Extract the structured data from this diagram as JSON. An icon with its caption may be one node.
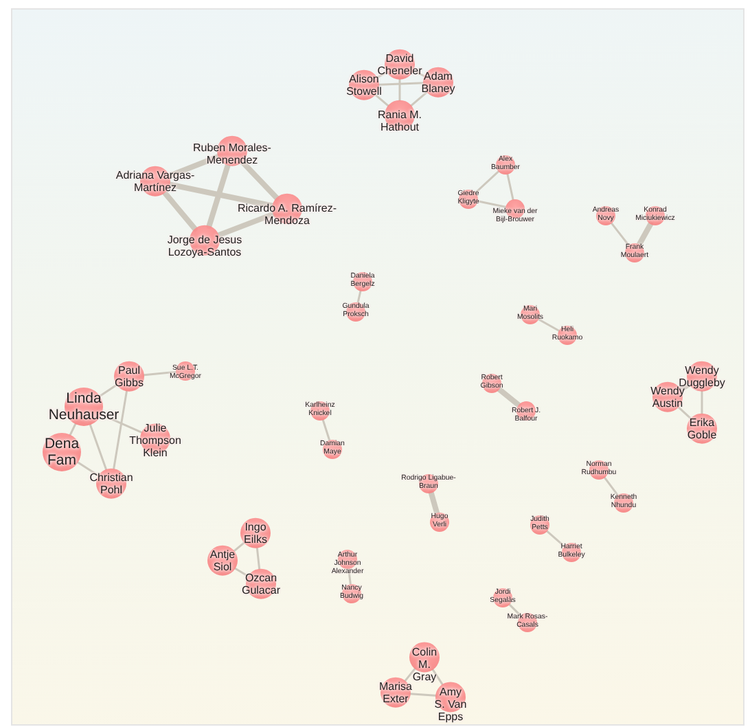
{
  "diagram": {
    "nodes": [
      {
        "text": [
          "David Cheneler"
        ]
      },
      {
        "text": [
          "Adam Blaney"
        ]
      },
      {
        "text": [
          "Alison Stowell"
        ]
      },
      {
        "text": [
          "Rania M. Hathout"
        ]
      },
      {
        "text": [
          "Ruben Morales-Menendez"
        ]
      },
      {
        "text": [
          "Adriana Vargas-Martínez"
        ]
      },
      {
        "text": [
          "Ricardo A. Ramírez-Mendoza"
        ]
      },
      {
        "text": [
          "Jorge de Jesus Lozoya-Santos"
        ]
      },
      {
        "text": [
          "Alex Baumber"
        ]
      },
      {
        "text": [
          "Giedre Kligyte"
        ]
      },
      {
        "text": [
          "Mieke van der Bijl-Brouwer"
        ]
      },
      {
        "text": [
          "Andreas Novy"
        ]
      },
      {
        "text": [
          "Konrad Miciukiewicz"
        ]
      },
      {
        "text": [
          "Frank Moulaert"
        ]
      },
      {
        "text": [
          "Daniela Bergelz"
        ]
      },
      {
        "text": [
          "Gundula Proksch"
        ]
      },
      {
        "text": [
          "Mari Mosolits"
        ]
      },
      {
        "text": [
          "Heli Ruokamo"
        ]
      },
      {
        "text": [
          "Paul Gibbs"
        ]
      },
      {
        "text": [
          "Sue L.T. McGregor"
        ]
      },
      {
        "text": [
          "Linda Neuhauser"
        ]
      },
      {
        "text": [
          "Julie Thompson Klein"
        ]
      },
      {
        "text": [
          "Dena Fam"
        ]
      },
      {
        "text": [
          "Christian Pohl"
        ]
      },
      {
        "text": [
          "Karlheinz Knickel"
        ]
      },
      {
        "text": [
          "Damian Maye"
        ]
      },
      {
        "text": [
          "Robert Gibson"
        ]
      },
      {
        "text": [
          "Robert J. Balfour"
        ]
      },
      {
        "text": [
          "Wendy Duggleby"
        ]
      },
      {
        "text": [
          "Wendy Austin"
        ]
      },
      {
        "text": [
          "Erika Goble"
        ]
      },
      {
        "text": [
          "Norman Rudhumbu"
        ]
      },
      {
        "text": [
          "Kenneth Nhundu"
        ]
      },
      {
        "text": [
          "Rodrigo Ligabue-Braun"
        ]
      },
      {
        "text": [
          "Hugo Verli"
        ]
      },
      {
        "text": [
          "Judith Petts"
        ]
      },
      {
        "text": [
          "Harriet Bulkeley"
        ]
      },
      {
        "text": [
          "Ingo Eilks"
        ]
      },
      {
        "text": [
          "Antje Siol"
        ]
      },
      {
        "text": [
          "Ozcan Gulacar"
        ]
      },
      {
        "text": [
          "Arthur Johnson Alexander"
        ]
      },
      {
        "text": [
          "Nancy Budwig"
        ]
      },
      {
        "text": [
          "Jordi Segalàs"
        ]
      },
      {
        "text": [
          "Mark Rosas-Casals"
        ]
      },
      {
        "text": [
          "Colin M. Gray"
        ]
      },
      {
        "text": [
          "Marisa Exter"
        ]
      },
      {
        "text": [
          "Amy S. Van Epps"
        ]
      }
    ],
    "edges": [
      {
        "from": 0,
        "to": 3,
        "arrow": "none"
      },
      {
        "from": 2,
        "to": 1,
        "arrow": "none"
      },
      {
        "from": 0,
        "to": 2,
        "arrow": "none"
      },
      {
        "from": 0,
        "to": 1,
        "arrow": "none"
      },
      {
        "from": 3,
        "to": 1,
        "arrow": "none"
      },
      {
        "from": 3,
        "to": 2,
        "arrow": "none"
      },
      {
        "from": 4,
        "to": 5,
        "arrow": "none",
        "style": "thick"
      },
      {
        "from": 4,
        "to": 6,
        "arrow": "none",
        "style": "thick"
      },
      {
        "from": 4,
        "to": 7,
        "arrow": "none",
        "style": "thick"
      },
      {
        "from": 5,
        "to": 6,
        "arrow": "none",
        "style": "thick"
      },
      {
        "from": 5,
        "to": 7,
        "arrow": "none",
        "style": "thick"
      },
      {
        "from": 6,
        "to": 7,
        "arrow": "none",
        "style": "thick"
      },
      {
        "from": 8,
        "to": 9,
        "arrow": "none"
      },
      {
        "from": 8,
        "to": 10,
        "arrow": "none"
      },
      {
        "from": 9,
        "to": 10,
        "arrow": "none"
      },
      {
        "from": 11,
        "to": 13,
        "arrow": "none"
      },
      {
        "from": 12,
        "to": 13,
        "arrow": "none",
        "style": "thick"
      },
      {
        "from": 14,
        "to": 15,
        "arrow": "none"
      },
      {
        "from": 16,
        "to": 17,
        "arrow": "none"
      },
      {
        "from": 18,
        "to": 19,
        "arrow": "none"
      },
      {
        "from": 20,
        "to": 18,
        "arrow": "none"
      },
      {
        "from": 18,
        "to": 23,
        "arrow": "none"
      },
      {
        "from": 20,
        "to": 21,
        "arrow": "none"
      },
      {
        "from": 20,
        "to": 22,
        "arrow": "none"
      },
      {
        "from": 20,
        "to": 23,
        "arrow": "none"
      },
      {
        "from": 22,
        "to": 23,
        "arrow": "none"
      },
      {
        "from": 24,
        "to": 25,
        "arrow": "none"
      },
      {
        "from": 26,
        "to": 27,
        "arrow": "none",
        "style": "thick"
      },
      {
        "from": 28,
        "to": 29,
        "arrow": "none",
        "style": "thick"
      },
      {
        "from": 28,
        "to": 30,
        "arrow": "none"
      },
      {
        "from": 29,
        "to": 30,
        "arrow": "none"
      },
      {
        "from": 31,
        "to": 32,
        "arrow": "none"
      },
      {
        "from": 33,
        "to": 34,
        "arrow": "none",
        "style": "thick"
      },
      {
        "from": 35,
        "to": 36,
        "arrow": "none"
      },
      {
        "from": 37,
        "to": 38,
        "arrow": "none"
      },
      {
        "from": 37,
        "to": 39,
        "arrow": "none"
      },
      {
        "from": 38,
        "to": 39,
        "arrow": "none"
      },
      {
        "from": 40,
        "to": 41,
        "arrow": "none"
      },
      {
        "from": 42,
        "to": 43,
        "arrow": "none"
      },
      {
        "from": 44,
        "to": 45,
        "arrow": "none"
      },
      {
        "from": 44,
        "to": 46,
        "arrow": "none"
      },
      {
        "from": 45,
        "to": 46,
        "arrow": "none"
      }
    ]
  }
}
